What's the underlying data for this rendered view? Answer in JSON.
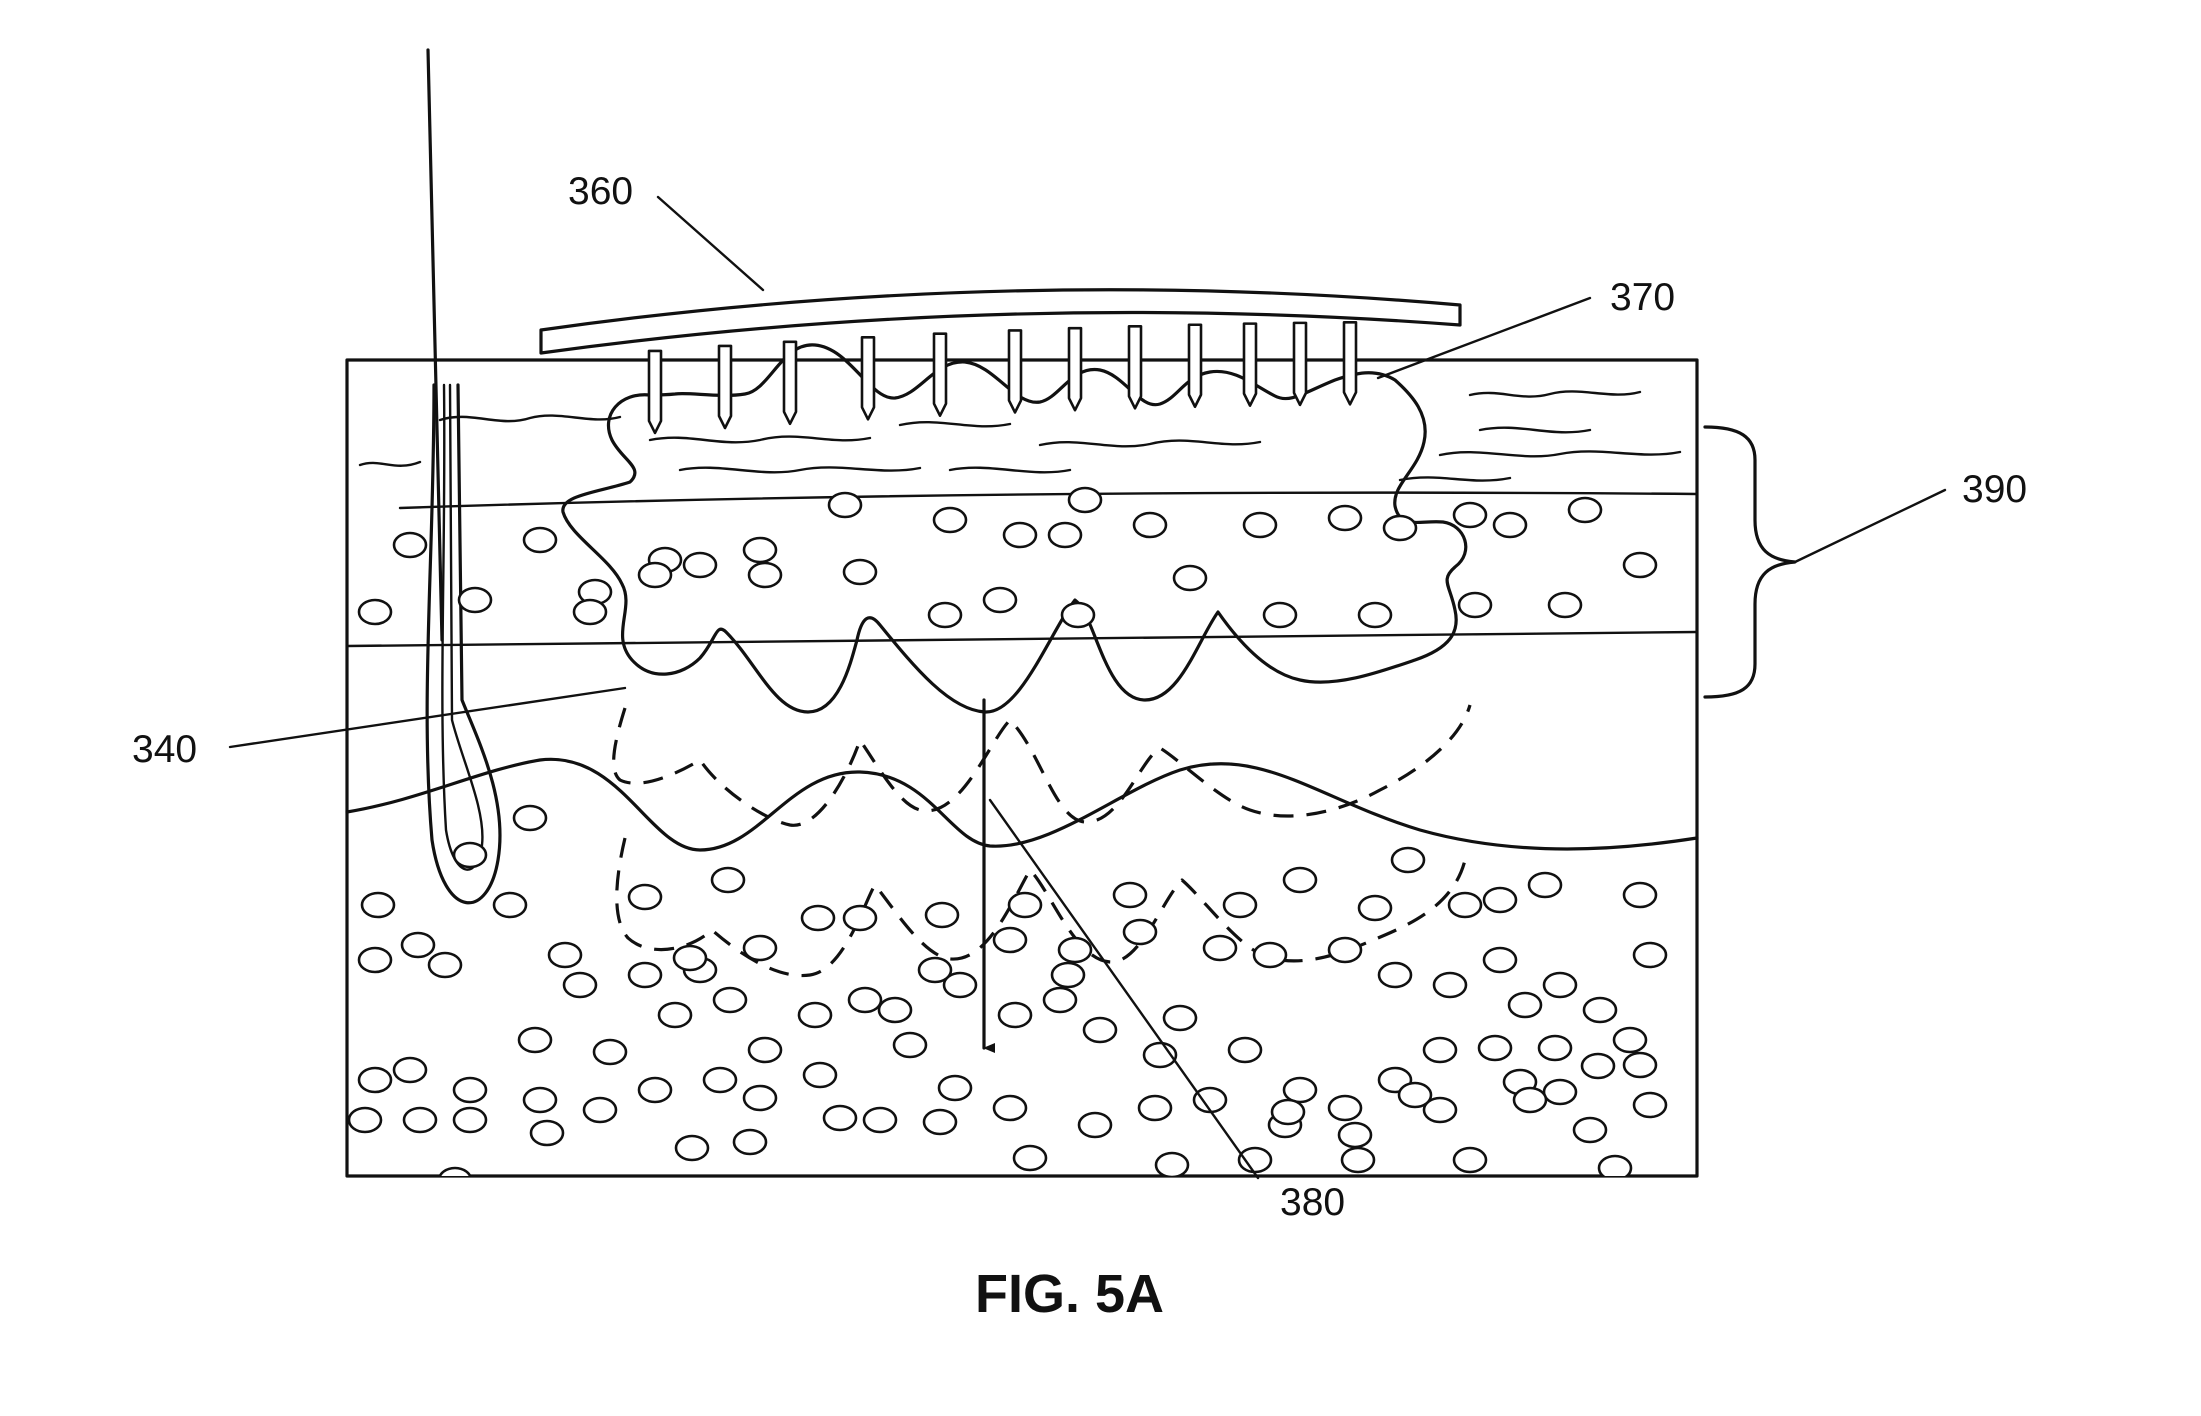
{
  "figure": {
    "caption": "FIG. 5A",
    "labels": {
      "applicator": "360",
      "microneedles": "370",
      "layer_bracket": "390",
      "treatment_boundary": "340",
      "penetration_depth": "380"
    }
  }
}
